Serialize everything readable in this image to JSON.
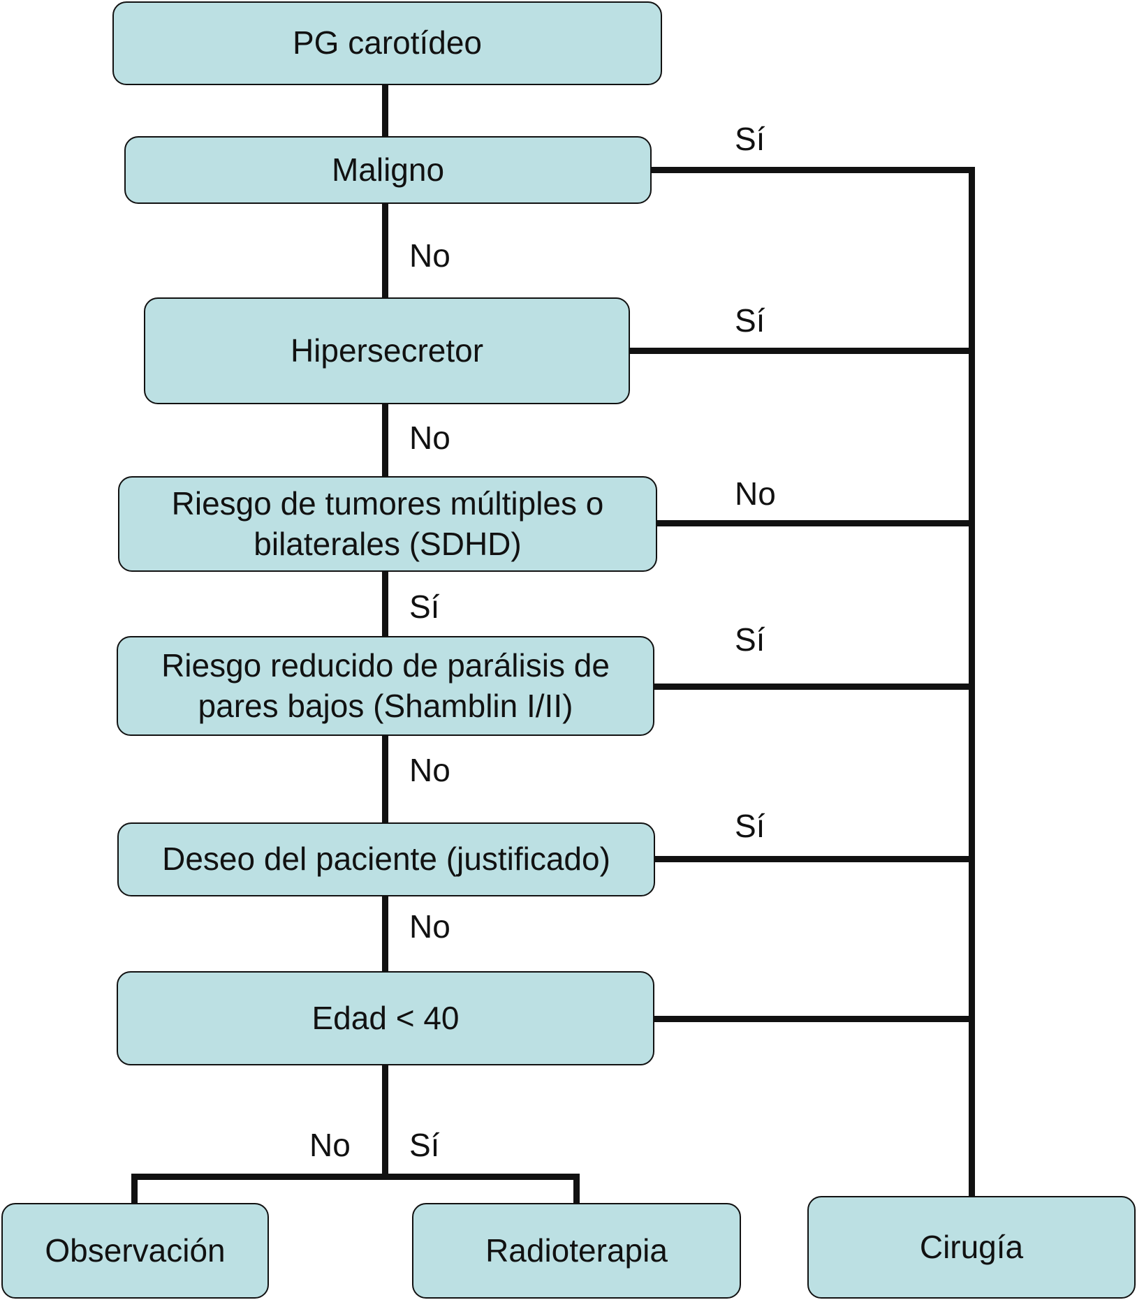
{
  "nodes": {
    "pg": "PG carotídeo",
    "maligno": "Maligno",
    "hiper": "Hipersecretor",
    "riesgo_tumores": "Riesgo de tumores múltiples o\nbilaterales (SDHD)",
    "riesgo_paralisis": "Riesgo reducido de parálisis de\npares bajos (Shamblin I/II)",
    "deseo": "Deseo del paciente (justificado)",
    "edad": "Edad < 40",
    "observacion": "Observación",
    "radioterapia": "Radioterapia",
    "cirugia": "Cirugía"
  },
  "edges": {
    "maligno_to_cirugia": "Sí",
    "maligno_to_hiper": "No",
    "hiper_to_cirugia": "Sí",
    "hiper_to_riesgo": "No",
    "riesgo_tumores_to_cirugia": "No",
    "riesgo_tumores_to_paralisis": "Sí",
    "paralisis_to_cirugia": "Sí",
    "paralisis_to_deseo": "No",
    "deseo_to_cirugia": "Sí",
    "deseo_to_edad": "No",
    "edad_to_observacion": "No",
    "edad_to_radioterapia": "Sí"
  },
  "colors": {
    "node_fill": "#bce0e3",
    "stroke": "#111111"
  }
}
